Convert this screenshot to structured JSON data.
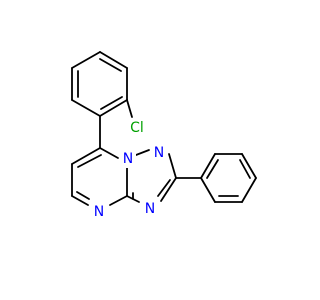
{
  "molecule": {
    "atoms": {
      "cl": {
        "label": "Cl",
        "color": "#00a000"
      },
      "n_bridge": {
        "label": "N",
        "color": "#0000ff"
      },
      "n_triazole_top": {
        "label": "N",
        "color": "#0000ff"
      },
      "n_triazole_bottom": {
        "label": "N",
        "color": "#0000ff"
      },
      "n_pyrimidine": {
        "label": "N",
        "color": "#0000ff"
      }
    }
  }
}
